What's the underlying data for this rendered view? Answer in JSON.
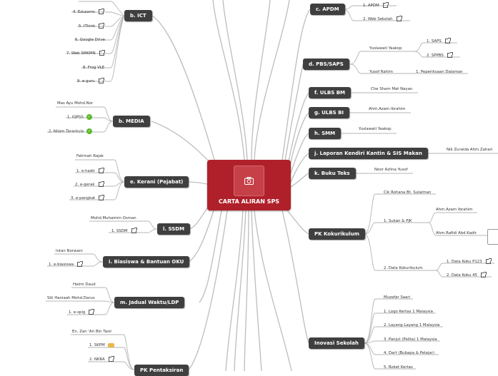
{
  "central": {
    "title": "CARTA ALIRAN SPS",
    "image_icon": "camera-icon",
    "color": "#b0202a"
  },
  "branches": {
    "ict": "b. ICT",
    "media": "b. MEDIA",
    "kerani": "e. Kerani (Pejabat)",
    "ssdm": "l. SSDM",
    "biasiswa": "i. Biasiswa & Bantuan OKU",
    "jadual": "m. Jadual Waktu/LDP",
    "pentaksiran": "PK Pentaksiran",
    "apdm": "c. APDM",
    "pbs": "d. PBS/SAPS",
    "ulbs_bm": "f. ULBS BM",
    "ulbs_bi": "g. ULBS BI",
    "smm": "h. SMM",
    "laporan": "j. Laporan Kendiri Kantin & SIS Makan",
    "buku": "k. Buku Teks",
    "kokurikulum": "PK Kokurikulum",
    "inovasi": "Inovasi Sekolah"
  },
  "leaves": {
    "ict": [
      "4. EzLearns",
      "5. IThink",
      "6. Google Drive",
      "7. Web SMKMN",
      "8. Frog VLE",
      "9. e-guru"
    ],
    "media": [
      "Mas Ayu Mohd.Nor",
      "1. IQPSS",
      "2. Nilam Tarantula"
    ],
    "kerani": [
      "Fatimah Rajak",
      "1. e-hadir",
      "2. e-gerak",
      "3. e-pangkat"
    ],
    "ssdm": [
      "Mohd.Muhaimin Osman",
      "1. SSDM"
    ],
    "biasiswa": [
      "Intan Norwani",
      "1. e-biasiswa"
    ],
    "jadual": [
      "Halmi Daud",
      "Siti Haniaah Mohd.Darus",
      "1. e-splg"
    ],
    "pentaksiran": [
      "En. Zan 'Ari Bin Tasir",
      "1. SKPM",
      "2. NKRA"
    ],
    "apdm": [
      "1. APDM",
      "2. Web Sekolah"
    ],
    "pbs": [
      "Yuslawati Yaakop",
      "1. SAPS",
      "2. SPPBS",
      "Yusof Rahim",
      "1. Peperiksaan Dalaman"
    ],
    "ulbs_bm": [
      "Che Sham Mat Nayan"
    ],
    "ulbs_bi": [
      "Ahm.Azam Ibrahim"
    ],
    "smm": [
      "Yuslawati Yaakop"
    ],
    "laporan": [
      "Nik Zuraida Ahm.Zahari"
    ],
    "buku": [
      "Noor Azlina Yusof"
    ],
    "kokurikulum": [
      "Cik Rohana Bt. Sulaiman",
      "1. Sukan & PJK",
      "Ahm.Azam Ibrahim",
      "Ahm.Rafidi Abd.Kadir",
      "2. Data Kokurikulum",
      "1. Data Koku P123",
      "2. Data Koku 45"
    ],
    "inovasi": [
      "Muzafar Saari",
      "1. Logo Kertas 1 Malaysia",
      "2. Layang-Layang 1 Malaysia",
      "3. Panjut (Pelita) 1 Malaysia",
      "4. Dart (Bubapa & Pelajar)",
      "5. Roket Kertas"
    ]
  },
  "line_color": "#b5b5b5",
  "node_color": "#3f3f3f"
}
